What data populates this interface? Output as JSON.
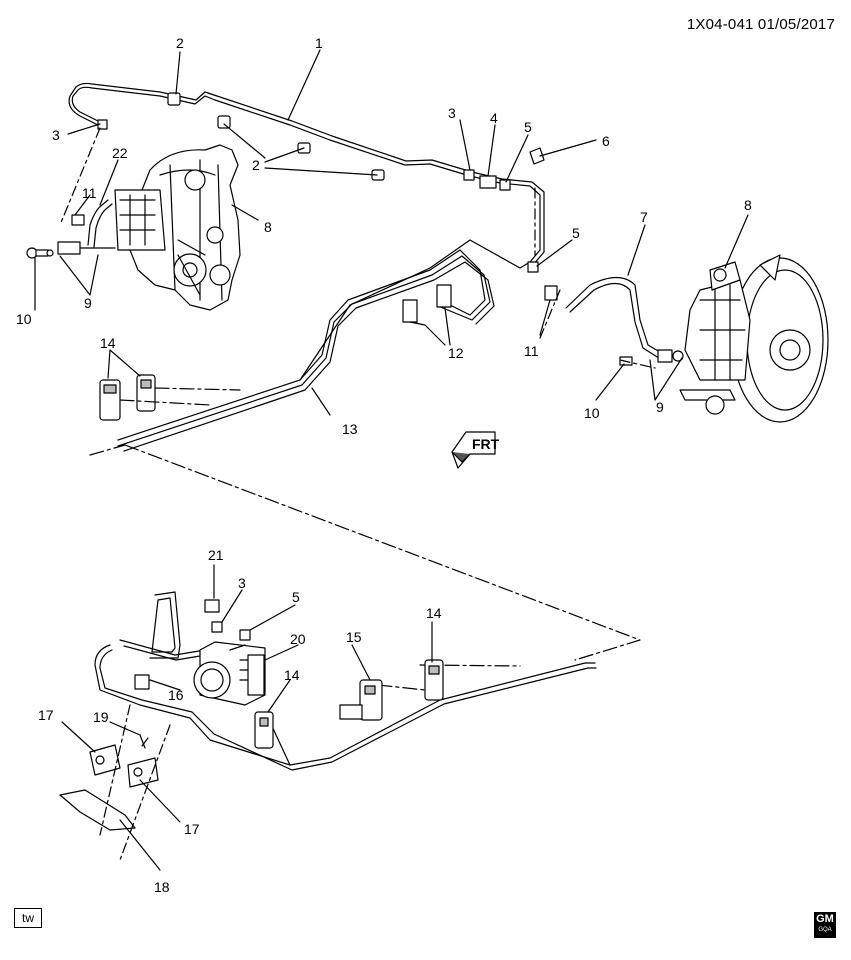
{
  "header": {
    "diagram_id": "1X04-041 01/05/2017"
  },
  "footer": {
    "tw_label": "tw",
    "logo_text": "GM",
    "logo_sub": "GQA"
  },
  "direction_label": "FRT",
  "callouts": {
    "c1": "1",
    "c2a": "2",
    "c2b": "2",
    "c3a": "3",
    "c3b": "3",
    "c3c": "3",
    "c4": "4",
    "c5a": "5",
    "c5b": "5",
    "c5c": "5",
    "c6": "6",
    "c7": "7",
    "c8a": "8",
    "c8b": "8",
    "c9a": "9",
    "c9b": "9",
    "c10a": "10",
    "c10b": "10",
    "c11a": "11",
    "c11b": "11",
    "c12": "12",
    "c13": "13",
    "c14a": "14",
    "c14b": "14",
    "c14c": "14",
    "c15": "15",
    "c16": "16",
    "c17a": "17",
    "c17b": "17",
    "c18": "18",
    "c19": "19",
    "c20": "20",
    "c21": "21",
    "c22": "22"
  },
  "colors": {
    "line": "#000000",
    "fill": "#ffffff",
    "shade": "#bdbdbd",
    "dark": "#555555"
  }
}
